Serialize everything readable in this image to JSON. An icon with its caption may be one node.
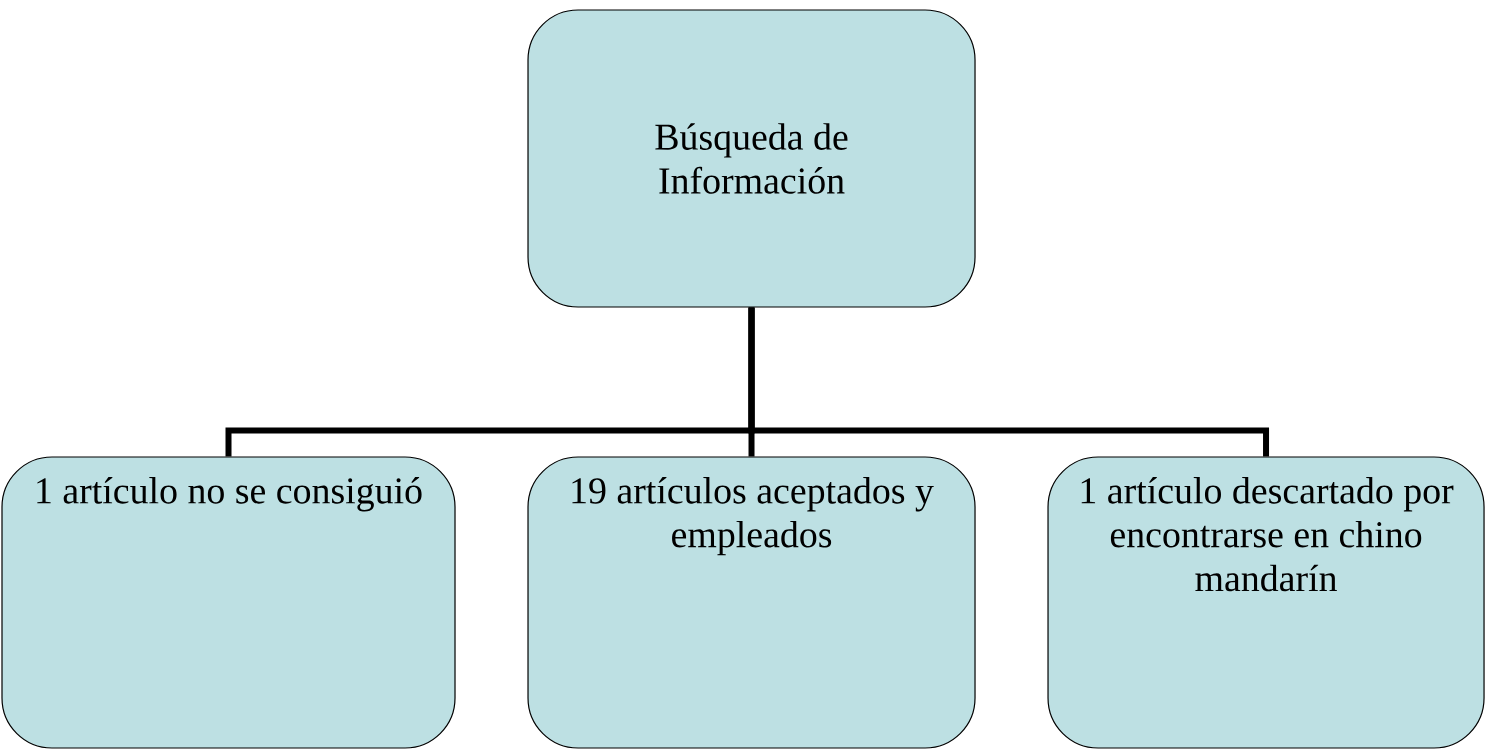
{
  "diagram": {
    "nodes": [
      {
        "text": [
          "Búsqueda de Información"
        ]
      },
      {
        "text": [
          "1 artículo no se consiguió"
        ]
      },
      {
        "text": [
          "19 artículos aceptados y empleados"
        ]
      },
      {
        "text": [
          "1 artículo descartado por encontrarse en chino mandarín"
        ]
      }
    ],
    "edges": [
      {
        "from": 0,
        "to": 1,
        "arrow": "none"
      },
      {
        "from": 0,
        "to": 2,
        "arrow": "none"
      },
      {
        "from": 0,
        "to": 3,
        "arrow": "none"
      }
    ]
  }
}
